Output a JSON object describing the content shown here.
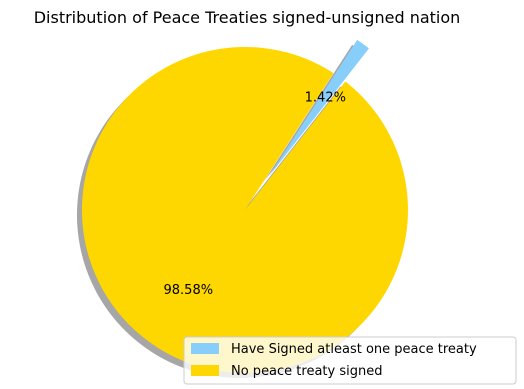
{
  "chart_data": {
    "type": "pie",
    "title": "Distribution of Peace Treaties signed-unsigned nation",
    "slices": [
      {
        "label": "Have Signed atleast one peace treaty",
        "value": 1.42,
        "pct_label": "1.42%",
        "color": "#87cefa",
        "exploded": true
      },
      {
        "label": "No peace treaty signed",
        "value": 98.58,
        "pct_label": "98.58%",
        "color": "#ffd700",
        "exploded": false
      }
    ],
    "shadow": true,
    "legend_position": "lower-right"
  }
}
